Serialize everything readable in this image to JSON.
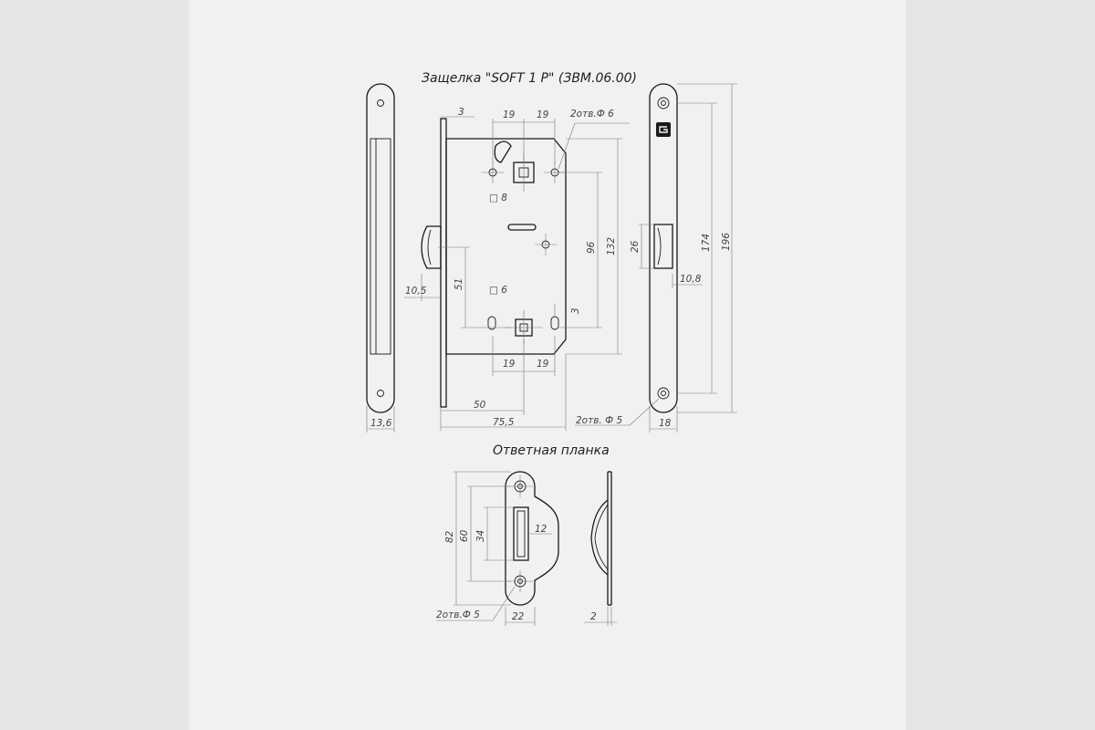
{
  "titles": {
    "main": "Защелка \"SOFT 1 P\" (ЗВМ.06.00)",
    "strike": "Ответная планка"
  },
  "dims": {
    "d3_top": "3",
    "d19_top_a": "19",
    "d19_top_b": "19",
    "holes_top": "2отв.Ф 6",
    "sq8": "□ 8",
    "sq6": "□ 6",
    "d96": "96",
    "d132": "132",
    "d26": "26",
    "d174": "174",
    "d196": "196",
    "d10_8": "10,8",
    "d10_5": "10,5",
    "d51": "51",
    "d3_right": "3",
    "d19_bot_a": "19",
    "d19_bot_b": "19",
    "d50": "50",
    "d75_5": "75,5",
    "holes_bottom": "2отв. Ф 5",
    "d18": "18",
    "d13_6": "13,6",
    "s82": "82",
    "s60": "60",
    "s34": "34",
    "s12": "12",
    "s22": "22",
    "s_holes": "2отв.Ф 5",
    "s2": "2"
  },
  "icons": {
    "logo": "brand-logo-icon"
  }
}
